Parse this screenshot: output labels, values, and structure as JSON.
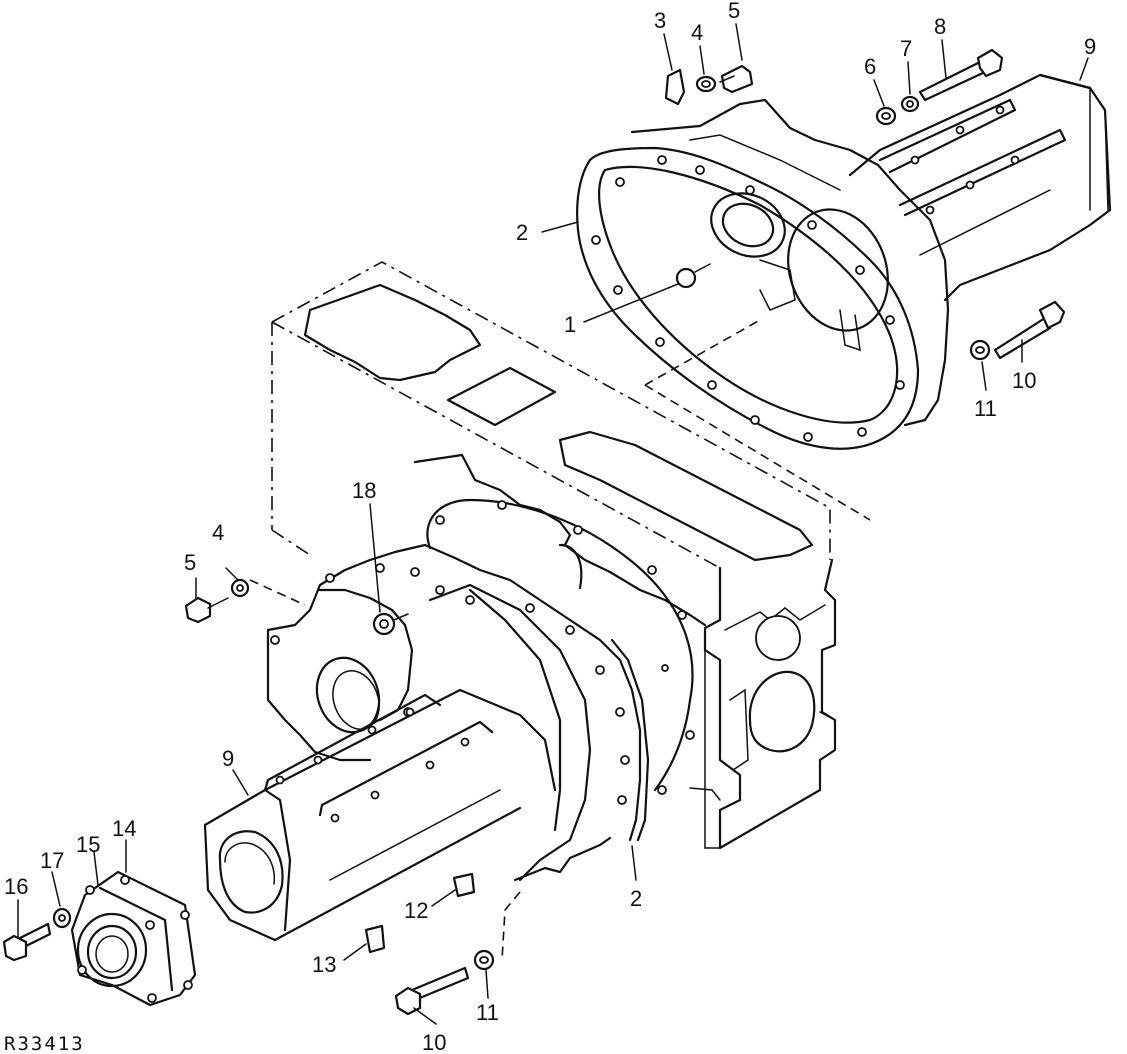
{
  "figure_id": "R33413",
  "callouts": {
    "c1": "1",
    "c2_upper": "2",
    "c2_lower": "2",
    "c3": "3",
    "c4_upper": "4",
    "c4_lower": "4",
    "c5_upper": "5",
    "c5_lower": "5",
    "c6": "6",
    "c7": "7",
    "c8": "8",
    "c9_upper": "9",
    "c9_lower": "9",
    "c10_upper": "10",
    "c10_lower": "10",
    "c11_upper": "11",
    "c11_lower": "11",
    "c12": "12",
    "c13": "13",
    "c14": "14",
    "c15": "15",
    "c16": "16",
    "c17": "17",
    "c18": "18"
  }
}
